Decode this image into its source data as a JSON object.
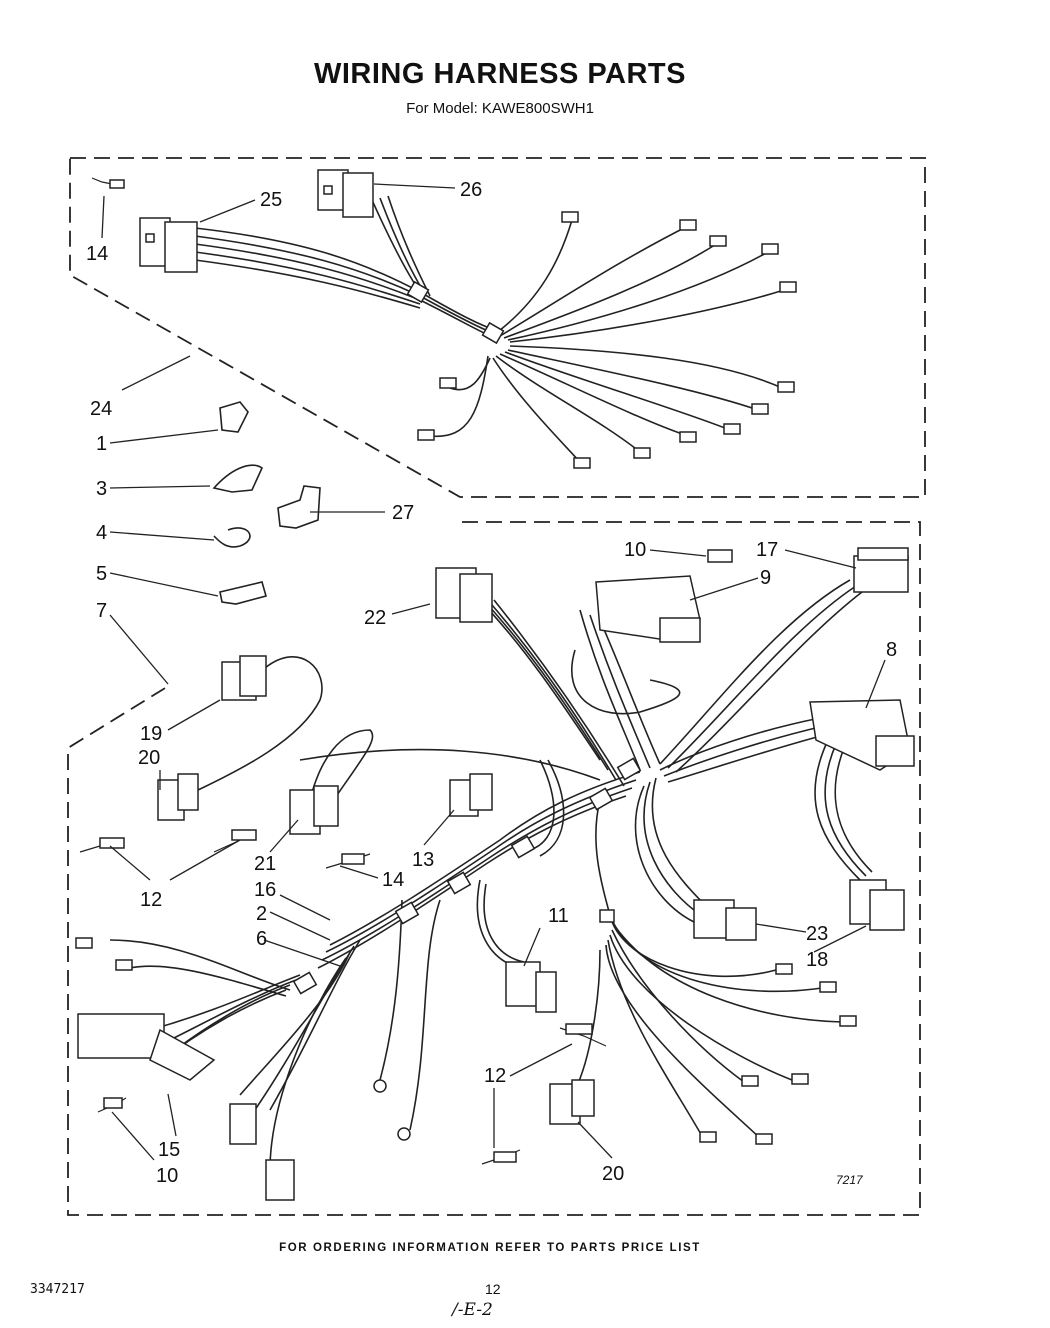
{
  "title": "WIRING HARNESS PARTS",
  "subtitle": "For Model: KAWE800SWH1",
  "footer_note": "FOR ORDERING INFORMATION REFER TO PARTS PRICE LIST",
  "document_number": "3347217",
  "page_number": "12",
  "handwritten_note": "/-E-2",
  "figure_number": "7217",
  "callouts": {
    "c25": "25",
    "c26": "26",
    "c14a": "14",
    "c24": "24",
    "c1": "1",
    "c3": "3",
    "c27": "27",
    "c4": "4",
    "c5": "5",
    "c7": "7",
    "c10a": "10",
    "c17": "17",
    "c9": "9",
    "c22": "22",
    "c8": "8",
    "c19": "19",
    "c20a": "20",
    "c21": "21",
    "c13": "13",
    "c14b": "14",
    "c12a": "12",
    "c16": "16",
    "c2": "2",
    "c6": "6",
    "c11": "11",
    "c23": "23",
    "c18": "18",
    "c12b": "12",
    "c15": "15",
    "c10b": "10",
    "c20b": "20"
  }
}
